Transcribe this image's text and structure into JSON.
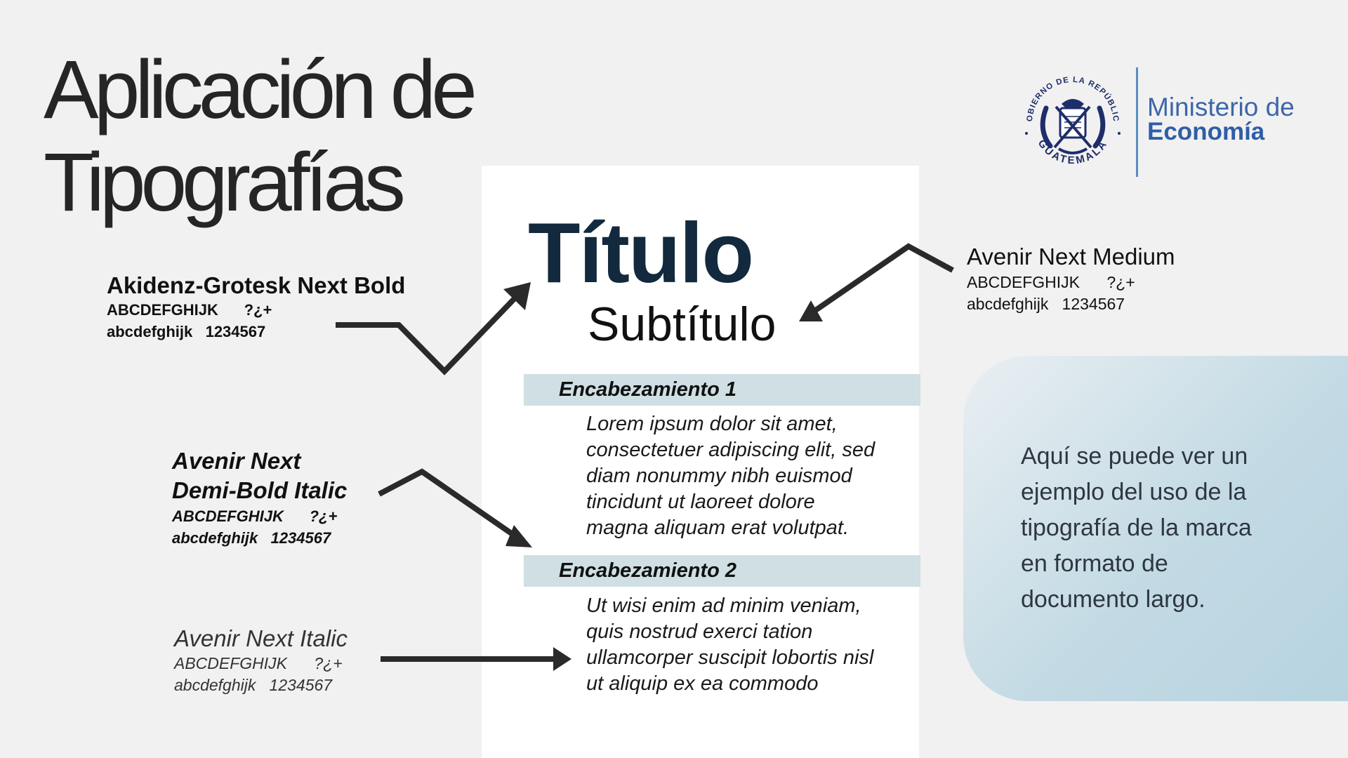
{
  "title": {
    "line1": "Aplicación de",
    "line2": "Tipografías"
  },
  "logo": {
    "seal_top_text": "GOBIERNO DE LA REPÚBLICA",
    "seal_bottom_text": "GUATEMALA",
    "ministry_line1": "Ministerio de",
    "ministry_line2": "Economía",
    "colors": {
      "navy": "#1f2d6b",
      "blue": "#3c66a9"
    }
  },
  "document": {
    "title": "Título",
    "subtitle": "Subtítulo",
    "heading1": "Encabezamiento 1",
    "body1": [
      "Lorem ipsum dolor sit amet,",
      "consectetuer adipiscing elit, sed",
      "diam nonummy nibh euismod",
      "tincidunt ut laoreet dolore",
      "magna aliquam erat volutpat."
    ],
    "heading2": "Encabezamiento 2",
    "body2": [
      "Ut wisi enim ad minim veniam,",
      "quis nostrud exerci tation",
      "ullamcorper suscipit lobortis nisl",
      "ut aliquip ex ea commodo"
    ],
    "colors": {
      "title": "#13293d",
      "heading_band": "#cfdfe3"
    }
  },
  "fonts": {
    "akidenz": {
      "name": "Akidenz-Grotesk Next Bold",
      "upper": "ABCDEFGHIJK      ?¿+",
      "lower": "abcdefghijk   1234567"
    },
    "medium": {
      "name": "Avenir Next Medium",
      "upper": "ABCDEFGHIJK      ?¿+",
      "lower": "abcdefghijk   1234567"
    },
    "demibold": {
      "name_line1": "Avenir Next",
      "name_line2": "Demi-Bold Italic",
      "upper": "ABCDEFGHIJK      ?¿+",
      "lower": "abcdefghijk   1234567"
    },
    "italic": {
      "name": "Avenir Next Italic",
      "upper": "ABCDEFGHIJK      ?¿+",
      "lower": "abcdefghijk   1234567"
    }
  },
  "callout": {
    "lines": [
      "Aquí se puede ver un",
      "ejemplo del uso de la",
      "tipografía de la marca",
      "en formato de",
      "documento largo."
    ]
  }
}
